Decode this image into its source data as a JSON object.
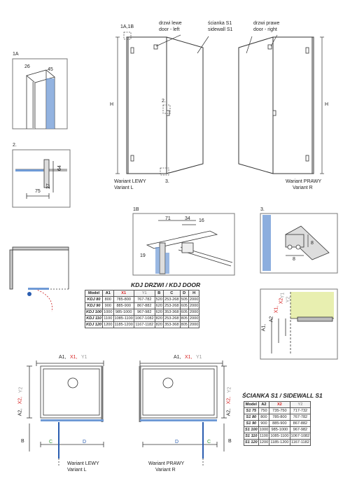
{
  "top": {
    "callout_1a1b": "1A,1B",
    "door_left_pl": "drzwi lewe",
    "door_left_en": "door - left",
    "sidewall_pl": "ścianka S1",
    "sidewall_en": "sidewall S1",
    "door_right_pl": "drzwi prawe",
    "door_right_en": "door - right",
    "h_left": "H",
    "h_right": "H",
    "callout_2": "2.",
    "callout_3": "3.",
    "variant_left_pl": "Wariant LEWY",
    "variant_left_en": "Variant L",
    "variant_right_pl": "Wariant PRAWY",
    "variant_right_en": "Variant R"
  },
  "detail_1a": {
    "title": "1A",
    "dim_a": "26",
    "dim_b": "45"
  },
  "detail_2": {
    "title": "2.",
    "dim_a": "64",
    "dim_b": "27",
    "dim_c": "75"
  },
  "detail_1b": {
    "title": "1B",
    "dim_a": "71",
    "dim_b": "34",
    "dim_c": "16",
    "dim_d": "19"
  },
  "detail_3": {
    "title": "3.",
    "dim_a": "8",
    "dim_b": "8"
  },
  "side_view": {
    "a1": "A1,",
    "a2": "A2",
    "x1": "X1,",
    "x2": "X2",
    "y1": "Y1",
    "y2": "Y2"
  },
  "door_table": {
    "title": "KDJ DRZWI / KDJ DOOR",
    "headers": [
      "Model",
      "A1",
      "X1",
      "Y1",
      "B",
      "C",
      "D",
      "H"
    ],
    "rows": [
      [
        "KDJ 80",
        "800",
        "785-800",
        "767-782",
        "520",
        "253-268",
        "505",
        "2000"
      ],
      [
        "KDJ 90",
        "900",
        "885-900",
        "867-882",
        "620",
        "253-268",
        "605",
        "2000"
      ],
      [
        "KDJ 100",
        "1000",
        "985-1000",
        "967-982",
        "620",
        "353-368",
        "605",
        "2000"
      ],
      [
        "KDJ 110",
        "1100",
        "1085-1100",
        "1067-1082",
        "820",
        "253-268",
        "805",
        "2000"
      ],
      [
        "KDJ 120",
        "1200",
        "1185-1200",
        "1167-1182",
        "820",
        "353-368",
        "805",
        "2000"
      ]
    ]
  },
  "sidewall_table": {
    "title": "ŚCIANKA S1 / SIDEWALL S1",
    "headers": [
      "Model",
      "A2",
      "X2",
      "Y2"
    ],
    "rows": [
      [
        "S1 75",
        "750",
        "735-750",
        "717-732"
      ],
      [
        "S1 80",
        "800",
        "785-800",
        "767-782"
      ],
      [
        "S1 90",
        "900",
        "885-900",
        "867-882"
      ],
      [
        "S1 100",
        "1000",
        "985-1000",
        "967-982"
      ],
      [
        "S1 110",
        "1100",
        "1085-1100",
        "1067-1082"
      ],
      [
        "S1 120",
        "1200",
        "1185-1200",
        "1167-1182"
      ]
    ]
  },
  "plan_left": {
    "a1": "A1,",
    "x1": "X1,",
    "y1": "Y1",
    "a2": "A2,",
    "x2": "X2,",
    "y2": "Y2",
    "b": "B",
    "c": "C",
    "d": "D",
    "variant_pl": "Wariant LEWY",
    "variant_en": "Variant L"
  },
  "plan_right": {
    "a1": "A1,",
    "x1": "X1,",
    "y1": "Y1",
    "a2": "A2,",
    "x2": "X2,",
    "y2": "Y2",
    "b": "B",
    "c": "C",
    "d": "D",
    "variant_pl": "Wariant PRAWY",
    "variant_en": "Variant R"
  },
  "colors": {
    "red": "#d62020",
    "grey_label": "#999999",
    "glass_blue": "#6f9ad6",
    "green": "#3a9a3a",
    "wall_yellow": "#e8efb0"
  }
}
